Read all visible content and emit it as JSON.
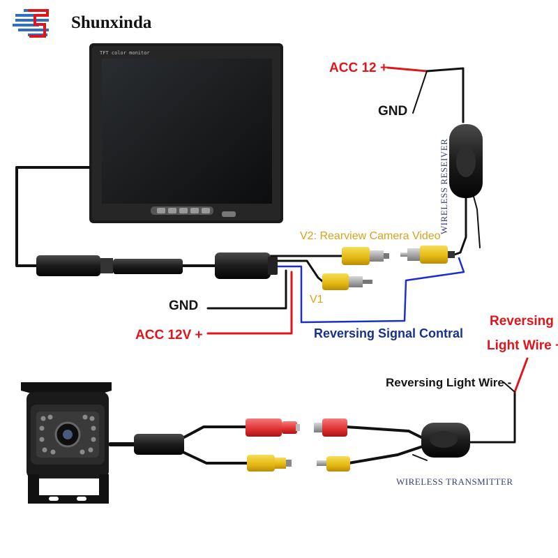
{
  "brand": {
    "name": "Shunxinda",
    "logo_color": "#2f6fc1",
    "accent_color": "#e0151b"
  },
  "monitor": {
    "screen_label": "TFT color monitor"
  },
  "labels": {
    "acc_top": "ACC 12 +",
    "gnd_top": "GND",
    "wireless_receiver": "WIRELESS RESEIVER",
    "v2": "V2: Rearview Camera Video",
    "v1": "V1",
    "gnd_mid": "GND",
    "acc_mid": "ACC 12V +",
    "reversing_signal": "Reversing Signal Contral",
    "reversing_light_plus_1": "Reversing",
    "reversing_light_plus_2": "Light Wire +",
    "reversing_light_minus": "Reversing Light Wire -",
    "wireless_transmitter": "WIRELESS TRANSMITTER"
  },
  "colors": {
    "wire_black": "#111111",
    "wire_red": "#e0151b",
    "wire_blue": "#1b2fd0",
    "rca_yellow": "#e8c21a",
    "rca_red": "#e23b3b"
  }
}
